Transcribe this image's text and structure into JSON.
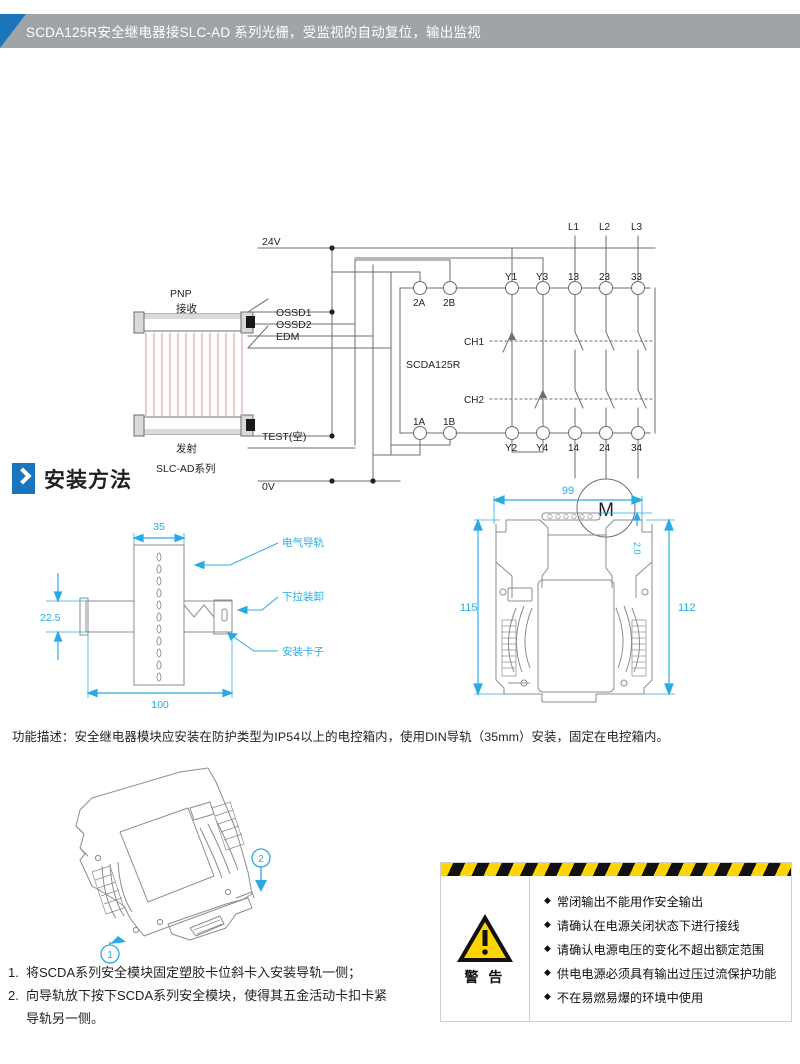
{
  "header": {
    "title": "SCDA125R安全继电器接SLC-AD 系列光栅，受监视的自动复位，输出监视",
    "bar_color": "#9fa4a8",
    "accent_color": "#1b75bb"
  },
  "circuit": {
    "rails": {
      "supply": "24V",
      "ground": "0V"
    },
    "curtain": {
      "type_label": "PNP",
      "receiver_label": "接收",
      "emitter_label": "发射",
      "series_label": "SLC-AD系列",
      "wires": [
        "OSSD1",
        "OSSD2",
        "EDM"
      ],
      "test_wire": "TEST(空)"
    },
    "module": {
      "name": "SCDA125R",
      "top_terminals": [
        "2A",
        "2B"
      ],
      "bottom_terminals": [
        "1A",
        "1B"
      ]
    },
    "relay": {
      "top_terminals": [
        "Y1",
        "Y3",
        "13",
        "23",
        "33"
      ],
      "bottom_terminals": [
        "Y2",
        "Y4",
        "14",
        "24",
        "34"
      ],
      "channels": [
        "CH1",
        "CH2"
      ],
      "phases": [
        "L1",
        "L2",
        "L3"
      ],
      "motor_label": "M"
    }
  },
  "install_section": {
    "heading": "安装方法",
    "icon": "chevron-right-icon"
  },
  "rail_drawing": {
    "dimensions": {
      "rail_width": "35",
      "clip_height": "22.5",
      "total_width": "100"
    },
    "callouts": [
      "电气导轨",
      "下拉装卸",
      "安装卡子"
    ],
    "dim_color": "#29abe2"
  },
  "module_drawing": {
    "dimensions": {
      "width": "99",
      "height_left": "115",
      "height_right": "112",
      "lip": "2.0"
    },
    "dim_color": "#29abe2"
  },
  "function_description": "功能描述：安全继电器模块应安装在防护类型为IP54以上的电控箱内，使用DIN导轨（35mm）安装，固定在电控箱内。",
  "mounting": {
    "markers": [
      "1",
      "2"
    ],
    "steps": [
      {
        "num": "1.",
        "text": "将SCDA系列安全模块固定塑胶卡位斜卡入安装导轨一侧；"
      },
      {
        "num": "2.",
        "text": "向导轨放下按下SCDA系列安全模块，使得其五金活动卡扣卡紧"
      },
      {
        "num": "",
        "text": "导轨另一侧。"
      }
    ]
  },
  "warning": {
    "label": "警 告",
    "icon": "warning-triangle-icon",
    "bullet": "◆",
    "items": [
      "常闭输出不能用作安全输出",
      "请确认在电源关闭状态下进行接线",
      "请确认电源电压的变化不超出额定范围",
      "供电电源必须具有输出过压过流保护功能",
      "不在易燃易爆的环境中使用"
    ],
    "stripe_colors": [
      "#ffd400",
      "#111111"
    ]
  }
}
